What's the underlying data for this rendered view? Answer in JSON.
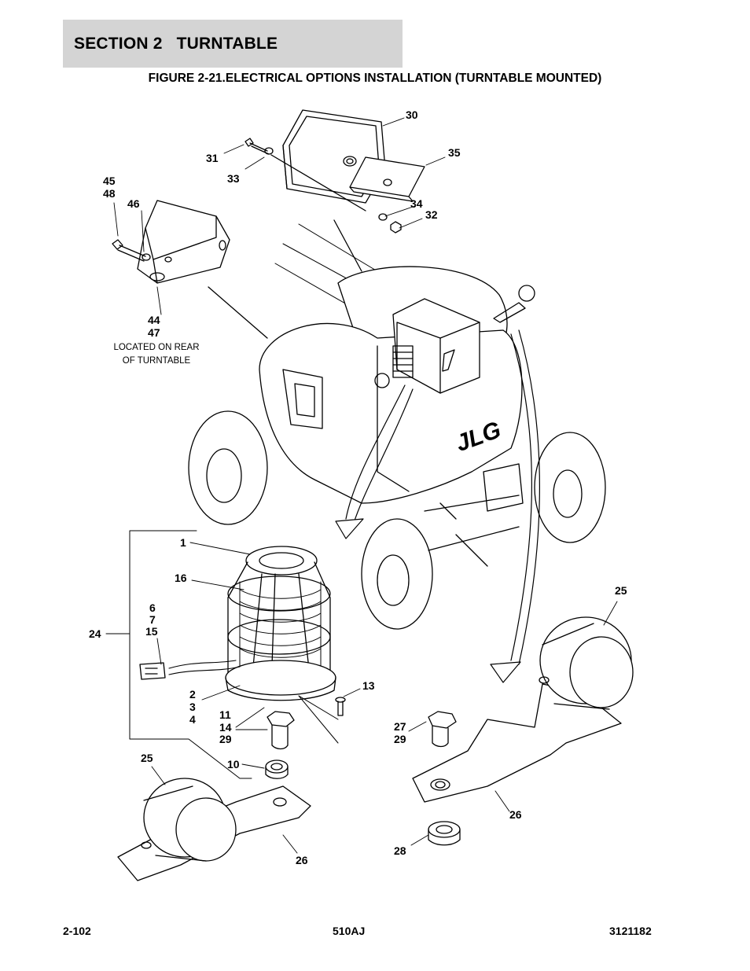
{
  "header": {
    "section": "SECTION 2",
    "title": "TURNTABLE"
  },
  "figure_title": "FIGURE 2-21.ELECTRICAL OPTIONS INSTALLATION (TURNTABLE MOUNTED)",
  "note": {
    "line1": "LOCATED ON REAR",
    "line2": "OF TURNTABLE"
  },
  "callouts": {
    "c30": "30",
    "c31": "31",
    "c33": "33",
    "c35": "35",
    "c34": "34",
    "c32": "32",
    "c45": "45",
    "c48": "48",
    "c46": "46",
    "c44": "44",
    "c47": "47",
    "c1": "1",
    "c16": "16",
    "c6": "6",
    "c7": "7",
    "c15": "15",
    "c24": "24",
    "c2": "2",
    "c3": "3",
    "c4": "4",
    "c11": "11",
    "c14": "14",
    "c29a": "29",
    "c13": "13",
    "c10": "10",
    "c25a": "25",
    "c26a": "26",
    "c25b": "25",
    "c27": "27",
    "c29b": "29",
    "c26b": "26",
    "c28": "28"
  },
  "brand_mark": "JLG",
  "footer": {
    "page": "2-102",
    "model": "510AJ",
    "doc": "3121182"
  }
}
